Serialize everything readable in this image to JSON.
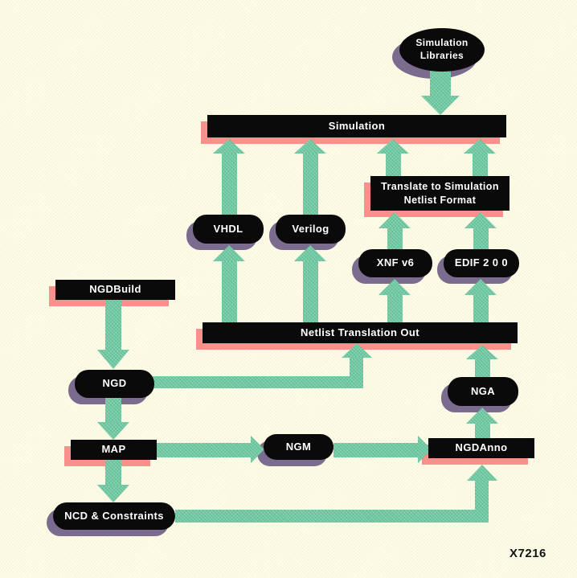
{
  "title": "Simulation netlist flow diagram",
  "caption": "X7216",
  "colors": {
    "bg": "#FCFBE2",
    "teal": "#6EC9A2",
    "pink": "#F9908C",
    "purple": "#7B6B8E",
    "node_bg": "#0A0A0A",
    "node_text": "#FFFFFF",
    "caption_color": "#141414"
  },
  "nodes": {
    "sim_libraries": {
      "label": "Simulation\nLibraries",
      "shape": "ellipse"
    },
    "simulation": {
      "label": "Simulation",
      "shape": "bar"
    },
    "translate": {
      "label": "Translate to Simulation\nNetlist Format",
      "shape": "box"
    },
    "vhdl": {
      "label": "VHDL",
      "shape": "pill"
    },
    "verilog": {
      "label": "Verilog",
      "shape": "pill"
    },
    "xnf_v6": {
      "label": "XNF v6",
      "shape": "pill"
    },
    "edif": {
      "label": "EDIF 2 0 0",
      "shape": "pill"
    },
    "netlist_out": {
      "label": "Netlist Translation Out",
      "shape": "bar"
    },
    "ngdbuild": {
      "label": "NGDBuild",
      "shape": "box"
    },
    "ngd": {
      "label": "NGD",
      "shape": "pill"
    },
    "nga": {
      "label": "NGA",
      "shape": "pill"
    },
    "map": {
      "label": "MAP",
      "shape": "box"
    },
    "ngm": {
      "label": "NGM",
      "shape": "pill"
    },
    "ngdanno": {
      "label": "NGDAnno",
      "shape": "box"
    },
    "ncd_constraints": {
      "label": "NCD & Constraints",
      "shape": "pill"
    }
  },
  "edges": [
    {
      "from": "sim_libraries",
      "to": "simulation"
    },
    {
      "from": "vhdl",
      "to": "simulation"
    },
    {
      "from": "verilog",
      "to": "simulation"
    },
    {
      "from": "translate",
      "to": "simulation"
    },
    {
      "from": "translate",
      "to": "simulation"
    },
    {
      "from": "xnf_v6",
      "to": "translate"
    },
    {
      "from": "edif",
      "to": "translate"
    },
    {
      "from": "netlist_out",
      "to": "vhdl"
    },
    {
      "from": "netlist_out",
      "to": "verilog"
    },
    {
      "from": "netlist_out",
      "to": "xnf_v6"
    },
    {
      "from": "netlist_out",
      "to": "edif"
    },
    {
      "from": "ngdbuild",
      "to": "ngd"
    },
    {
      "from": "ngd",
      "to": "netlist_out"
    },
    {
      "from": "ngd",
      "to": "map"
    },
    {
      "from": "map",
      "to": "ngm"
    },
    {
      "from": "map",
      "to": "ncd_constraints"
    },
    {
      "from": "ngm",
      "to": "ngdanno"
    },
    {
      "from": "ncd_constraints",
      "to": "ngdanno"
    },
    {
      "from": "ngdanno",
      "to": "nga"
    },
    {
      "from": "nga",
      "to": "netlist_out"
    }
  ]
}
